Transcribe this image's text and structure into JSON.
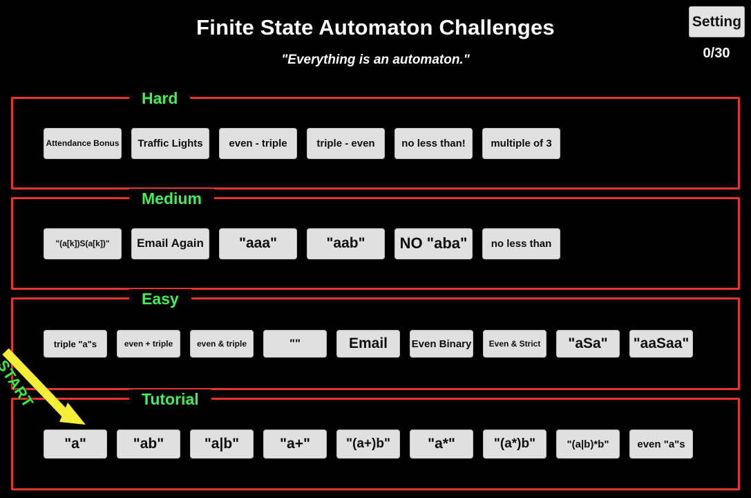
{
  "header": {
    "title": "Finite State Automaton Challenges",
    "subtitle": "\"Everything is an automaton.\"",
    "setting_label": "Setting",
    "score": "0/30"
  },
  "annotation": {
    "start_label": "START"
  },
  "colors": {
    "background": "#000000",
    "section_border": "#e8342a",
    "section_title": "#44ee55",
    "button_face": "#e0e0e0",
    "button_text": "#0d0d0d",
    "header_text": "#ffffff",
    "arrow": "#f5ee38"
  },
  "sections": [
    {
      "id": "hard",
      "title": "Hard",
      "buttons": [
        {
          "label": "Attendance Bonus",
          "size": "fs-12",
          "width": "w-md"
        },
        {
          "label": "Traffic Lights",
          "size": "fs-15",
          "width": "w-md"
        },
        {
          "label": "even - triple",
          "size": "fs-15",
          "width": "w-md"
        },
        {
          "label": "triple - even",
          "size": "fs-15",
          "width": "w-md"
        },
        {
          "label": "no less than!",
          "size": "fs-15",
          "width": "w-md"
        },
        {
          "label": "multiple of 3",
          "size": "fs-15",
          "width": "w-md"
        }
      ]
    },
    {
      "id": "medium",
      "title": "Medium",
      "buttons": [
        {
          "label": "\"(a[k])S(a[k])\"",
          "size": "fs-12",
          "width": "w-md"
        },
        {
          "label": "Email Again",
          "size": "fs-17",
          "width": "w-md"
        },
        {
          "label": "\"aaa\"",
          "size": "fs-21",
          "width": "w-md"
        },
        {
          "label": "\"aab\"",
          "size": "fs-21",
          "width": "w-md"
        },
        {
          "label": "NO \"aba\"",
          "size": "fs-22",
          "width": "w-md"
        },
        {
          "label": "no less than",
          "size": "fs-15",
          "width": "w-md"
        }
      ]
    },
    {
      "id": "easy",
      "title": "Easy",
      "buttons": [
        {
          "label": "triple \"a\"s",
          "size": "fs-13",
          "width": "w-sm"
        },
        {
          "label": "even + triple",
          "size": "fs-12",
          "width": "w-sm"
        },
        {
          "label": "even & triple",
          "size": "fs-12",
          "width": "w-sm"
        },
        {
          "label": "\"\"",
          "size": "fs-17",
          "width": "w-sm"
        },
        {
          "label": "Email",
          "size": "fs-21",
          "width": "w-sm"
        },
        {
          "label": "Even Binary",
          "size": "fs-15",
          "width": "w-sm"
        },
        {
          "label": "Even & Strict",
          "size": "fs-12",
          "width": "w-sm"
        },
        {
          "label": "\"aSa\"",
          "size": "fs-21",
          "width": "w-sm"
        },
        {
          "label": "\"aaSaa\"",
          "size": "fs-21",
          "width": "w-sm"
        }
      ]
    },
    {
      "id": "tutorial",
      "title": "Tutorial",
      "buttons": [
        {
          "label": "\"a\"",
          "size": "fs-21",
          "width": "w-sm"
        },
        {
          "label": "\"ab\"",
          "size": "fs-21",
          "width": "w-sm"
        },
        {
          "label": "\"a|b\"",
          "size": "fs-21",
          "width": "w-sm"
        },
        {
          "label": "\"a+\"",
          "size": "fs-21",
          "width": "w-sm"
        },
        {
          "label": "\"(a+)b\"",
          "size": "fs-19",
          "width": "w-sm"
        },
        {
          "label": "\"a*\"",
          "size": "fs-21",
          "width": "w-sm"
        },
        {
          "label": "\"(a*)b\"",
          "size": "fs-19",
          "width": "w-sm"
        },
        {
          "label": "\"(a|b)*b\"",
          "size": "fs-15",
          "width": "w-sm"
        },
        {
          "label": "even \"a\"s",
          "size": "fs-15",
          "width": "w-sm"
        }
      ]
    }
  ]
}
